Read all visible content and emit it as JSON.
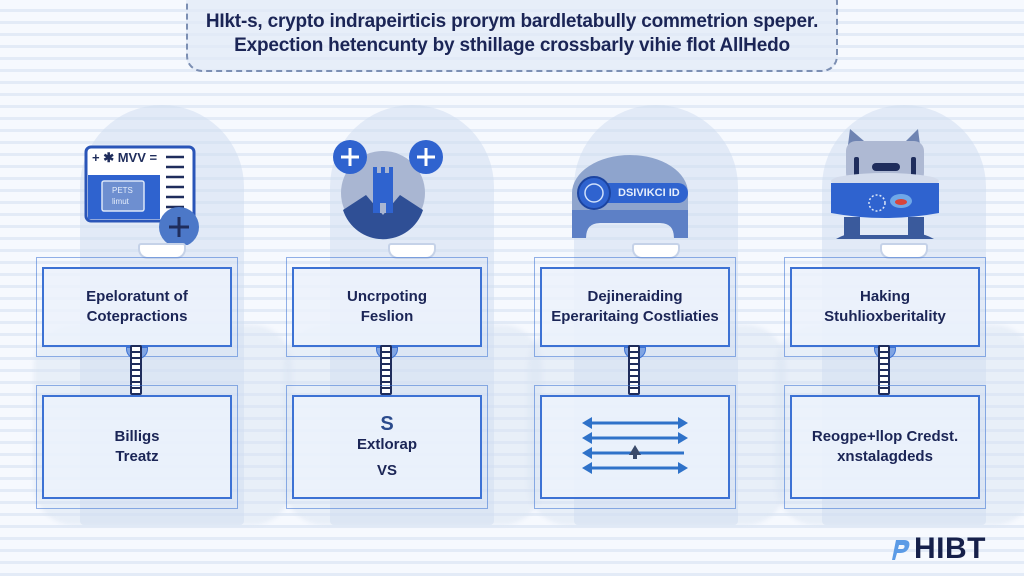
{
  "banner": {
    "line1": "HIkt-s, crypto indrapeirticis prorym bardletabully commetrion speper.",
    "line2": "Expection hetencunty by sthillage crossbarly vihie flot AllHedo"
  },
  "columns": [
    {
      "icon": "browser-window-icon",
      "icon_text_top": "+ ✱ MVV =",
      "icon_text_inner": [
        "PETS",
        "limut"
      ],
      "top_card": [
        "Epeloratunt of",
        "Cotepractions"
      ],
      "bottom_card": [
        "Billigs",
        "Treatz"
      ]
    },
    {
      "icon": "castle-badge-icon",
      "top_card": [
        "Uncrpoting",
        "Feslion"
      ],
      "bottom_symbol": "S",
      "bottom_card": [
        "Extlorap",
        "VS"
      ]
    },
    {
      "icon": "dashboard-badge-icon",
      "icon_text": "DSIVIKCI ID",
      "top_card": [
        "Dejineraiding",
        "Eperaritaing Costliaties"
      ],
      "bottom_card_icon": "double-arrows-icon"
    },
    {
      "icon": "robot-cat-icon",
      "top_card": [
        "Haking",
        "Stuhlioxberitality"
      ],
      "bottom_card": [
        "Reogpe+llop Credst.",
        "xnstalagdeds"
      ]
    }
  ],
  "logo": {
    "text": "HIBT"
  },
  "colors": {
    "accent": "#3d72d4",
    "text_dark": "#1b2556",
    "icon_blue": "#2f63cf",
    "icon_grey": "#5a6f9c",
    "logo_mark": "#5b9be6"
  }
}
